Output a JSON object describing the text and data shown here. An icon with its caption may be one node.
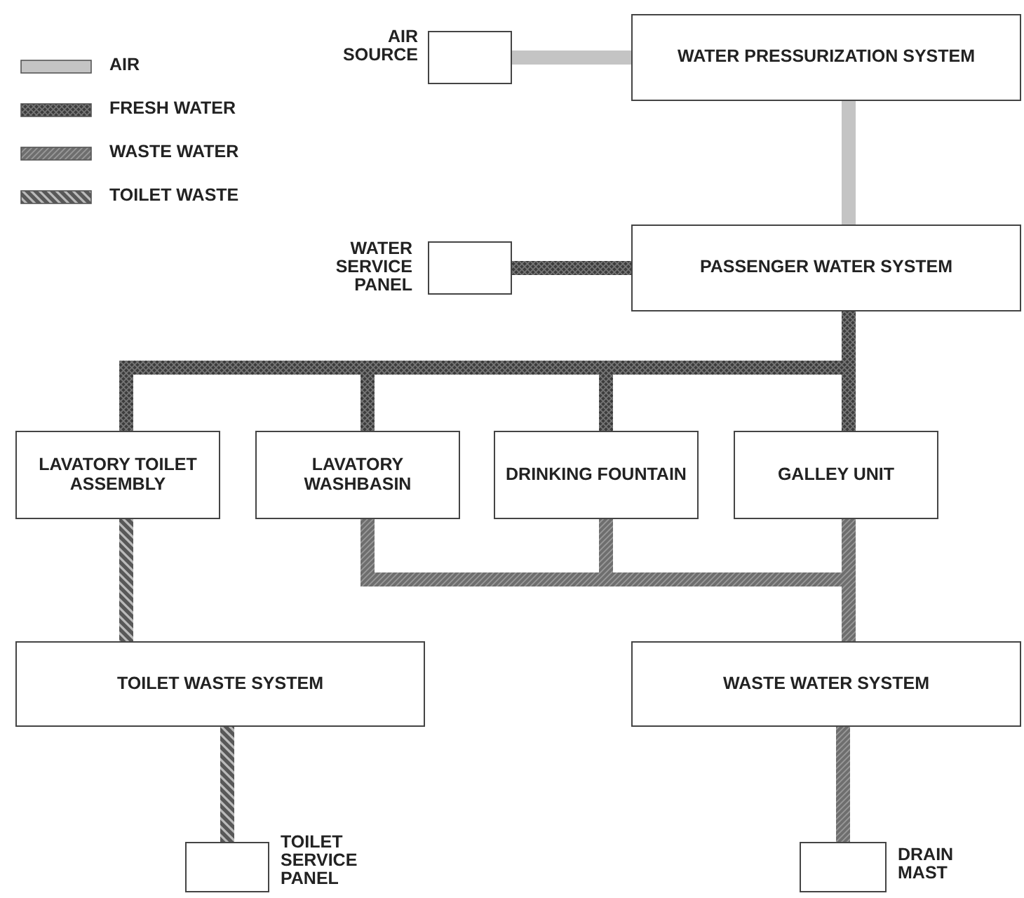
{
  "diagram": {
    "nodes": [
      {
        "text": [],
        "shape": "box",
        "beside": [
          "AIR SOURCE"
        ]
      },
      {
        "text": [
          "WATER PRESSURIZATION SYSTEM"
        ]
      },
      {
        "text": [],
        "shape": "box",
        "beside": [
          "WATER SERVICE PANEL"
        ]
      },
      {
        "text": [
          "PASSENGER WATER SYSTEM"
        ]
      },
      {
        "text": [
          "LAVATORY TOILET ASSEMBLY"
        ]
      },
      {
        "text": [
          "LAVATORY WASHBASIN"
        ]
      },
      {
        "text": [
          "DRINKING FOUNTAIN"
        ]
      },
      {
        "text": [
          "GALLEY UNIT"
        ]
      },
      {
        "text": [
          "TOILET WASTE SYSTEM"
        ]
      },
      {
        "text": [
          "WASTE WATER SYSTEM"
        ]
      },
      {
        "text": [],
        "shape": "box",
        "beside": [
          "TOILET SERVICE PANEL"
        ]
      },
      {
        "text": [],
        "shape": "box",
        "beside": [
          "DRAIN MAST"
        ]
      }
    ],
    "edges": [
      {
        "from": 0,
        "to": 1,
        "arrow": "none",
        "color": "#c4c4c4"
      },
      {
        "from": 1,
        "to": 3,
        "arrow": "none",
        "color": "#c4c4c4"
      },
      {
        "from": 2,
        "to": 3,
        "arrow": "none",
        "color": "#3c3c3c"
      },
      {
        "from": 3,
        "to": 4,
        "arrow": "none",
        "color": "#3c3c3c"
      },
      {
        "from": 3,
        "to": 5,
        "arrow": "none",
        "color": "#3c3c3c"
      },
      {
        "from": 3,
        "to": 6,
        "arrow": "none",
        "color": "#3c3c3c"
      },
      {
        "from": 3,
        "to": 7,
        "arrow": "none",
        "color": "#3c3c3c"
      },
      {
        "from": 4,
        "to": 8,
        "arrow": "none",
        "color": "#585858"
      },
      {
        "from": 5,
        "to": 9,
        "arrow": "none",
        "color": "#6e6e6e"
      },
      {
        "from": 6,
        "to": 9,
        "arrow": "none",
        "color": "#6e6e6e"
      },
      {
        "from": 7,
        "to": 9,
        "arrow": "none",
        "color": "#6e6e6e"
      },
      {
        "from": 8,
        "to": 10,
        "arrow": "none",
        "color": "#585858"
      },
      {
        "from": 9,
        "to": 11,
        "arrow": "none",
        "color": "#6e6e6e"
      }
    ],
    "legend": [
      {
        "text": "AIR",
        "color": "#c4c4c4"
      },
      {
        "text": "FRESH WATER",
        "color": "#3c3c3c"
      },
      {
        "text": "WASTE WATER",
        "color": "#6e6e6e"
      },
      {
        "text": "TOILET WASTE",
        "color": "#585858"
      }
    ]
  }
}
